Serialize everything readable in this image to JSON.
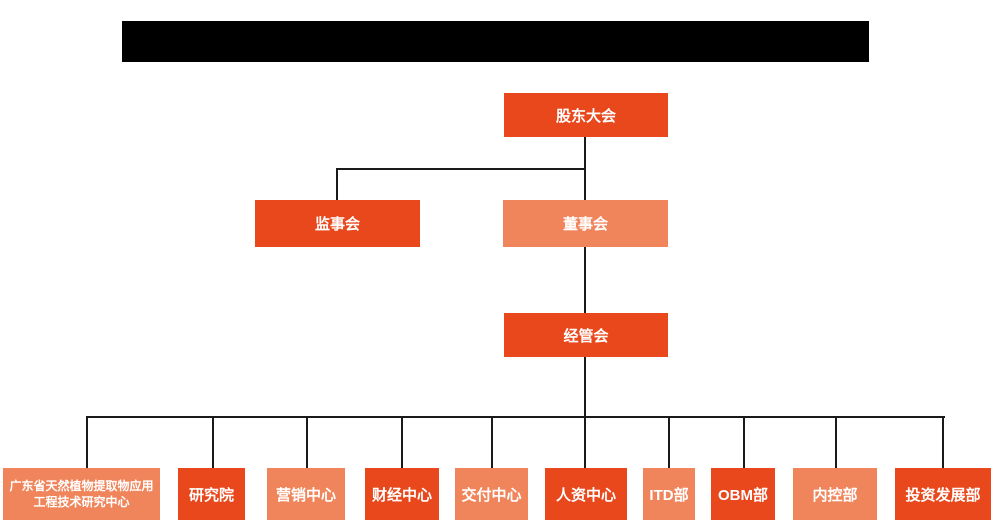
{
  "org": {
    "colors": {
      "primary": "#E8481C",
      "secondary": "#F0855B",
      "line": "#1a1a1a",
      "redacted_bar": "#000000",
      "text": "#ffffff"
    },
    "root": {
      "label": "股东大会",
      "variant": "primary"
    },
    "supervisory": {
      "label": "监事会",
      "variant": "primary"
    },
    "board": {
      "label": "董事会",
      "variant": "secondary"
    },
    "management": {
      "label": "经管会",
      "variant": "primary"
    },
    "departments": [
      {
        "label": "广东省天然植物提取物应用工程技术研究中心",
        "variant": "secondary"
      },
      {
        "label": "研究院",
        "variant": "primary"
      },
      {
        "label": "营销中心",
        "variant": "secondary"
      },
      {
        "label": "财经中心",
        "variant": "primary"
      },
      {
        "label": "交付中心",
        "variant": "secondary"
      },
      {
        "label": "人资中心",
        "variant": "primary"
      },
      {
        "label": "ITD部",
        "variant": "secondary"
      },
      {
        "label": "OBM部",
        "variant": "primary"
      },
      {
        "label": "内控部",
        "variant": "secondary"
      },
      {
        "label": "投资发展部",
        "variant": "primary"
      }
    ]
  }
}
